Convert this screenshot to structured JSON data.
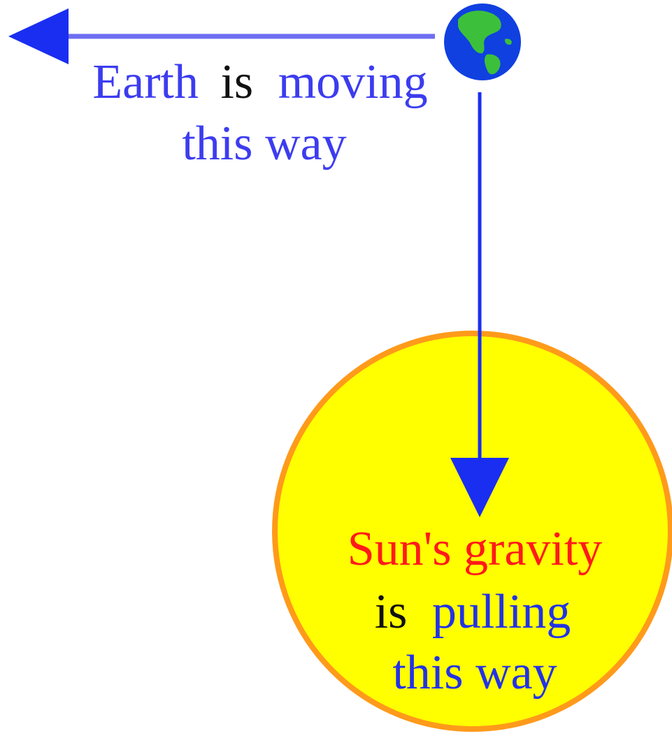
{
  "colors": {
    "background": "#ffffff",
    "earth_label": "#3c3cf0",
    "motion_arrow": "#6e6ef2",
    "gravity_arrow": "#1a2ef2",
    "gravity_label": "#ff1a1a",
    "pulling_label": "#2233e6",
    "connector_text": "#111111",
    "sun_fill": "#ffff00",
    "sun_outline": "#ff9a1a",
    "earth_ocean": "#1040e0",
    "earth_land": "#3cc03c"
  },
  "icons": {
    "earth": "earth-globe-icon",
    "sun": "sun-disc",
    "motion_arrowhead": "arrow-left-icon",
    "gravity_arrowhead": "arrow-down-icon"
  },
  "motion_label": {
    "line1_subject": "Earth",
    "line1_verb": "is",
    "line1_rest": "moving",
    "line2": "this way"
  },
  "gravity_label": {
    "line1": "Sun's gravity",
    "line2_verb": "is",
    "line2_rest": "pulling",
    "line3": "this way"
  }
}
